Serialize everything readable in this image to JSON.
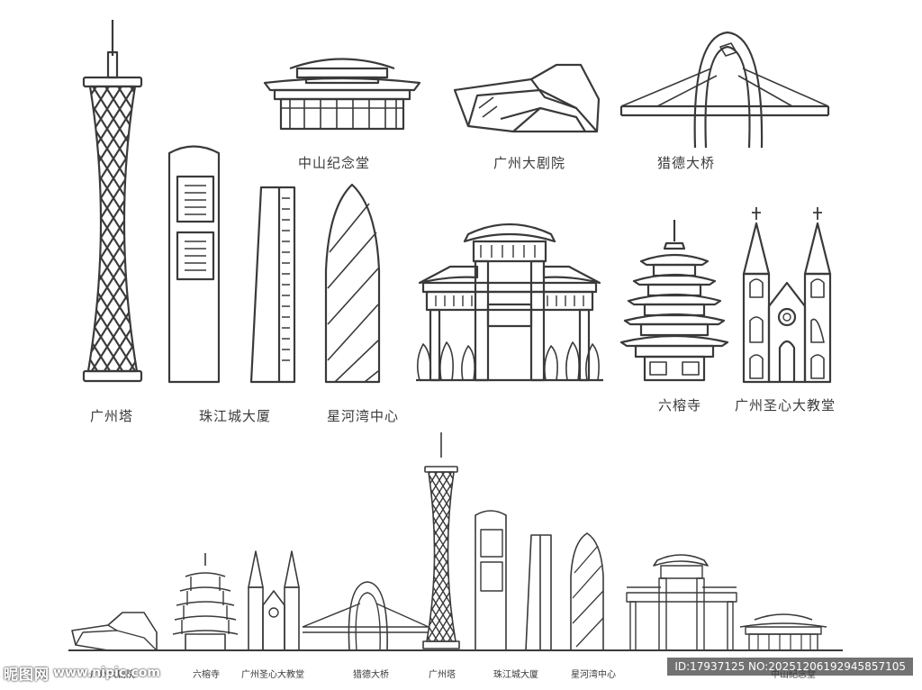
{
  "landmarks": {
    "zhongshan_hall": "中山纪念堂",
    "grand_theatre": "广州大剧院",
    "liede_bridge": "猎德大桥",
    "canton_tower": "广州塔",
    "zhujiang_tower": "珠江城大厦",
    "xinghe_center": "星河湾中心",
    "liurong_temple": "六榕寺",
    "sacred_heart": "广州圣心大教堂"
  },
  "skyline_labels": {
    "grand_theatre": "广州大剧院",
    "liurong_temple": "六榕寺",
    "sacred_heart": "广州圣心大教堂",
    "liede_bridge": "猎德大桥",
    "canton_tower": "广州塔",
    "zhujiang_tower": "珠江城大厦",
    "xinghe_center": "星河湾中心",
    "zhongshan_hall": "中山纪念堂"
  },
  "watermark": {
    "logo": "昵图网",
    "url": "www.nipic.com",
    "id_text": "ID:17937125 NO:20251206192945857105"
  },
  "colors": {
    "line": "#3a3a3a",
    "background": "#ffffff"
  }
}
